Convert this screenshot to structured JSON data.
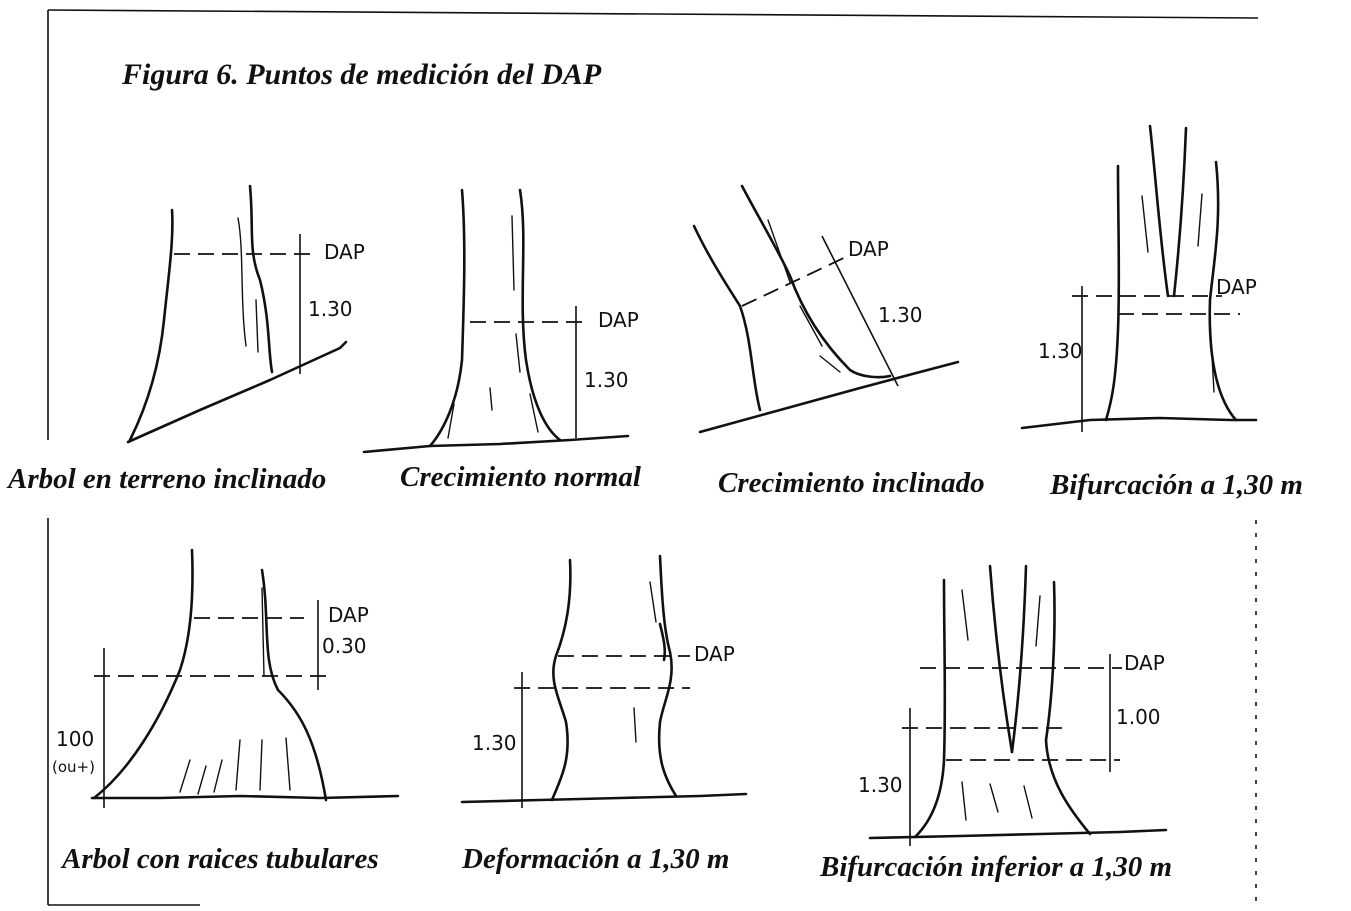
{
  "figure": {
    "title": "Figura 6. Puntos de medición del DAP"
  },
  "panels": [
    {
      "caption": "Arbol en terreno inclinado",
      "labels": {
        "dap": "DAP",
        "height": "1.30"
      }
    },
    {
      "caption": "Crecimiento normal",
      "labels": {
        "dap": "DAP",
        "height": "1.30"
      }
    },
    {
      "caption": "Crecimiento inclinado",
      "labels": {
        "dap": "DAP",
        "height": "1.30"
      }
    },
    {
      "caption": "Bifurcación a 1,30 m",
      "labels": {
        "dap": "DAP",
        "height": "1.30"
      }
    },
    {
      "caption": "Arbol con raices tubulares",
      "labels": {
        "dap": "DAP",
        "offset": "0.30",
        "height": "100",
        "height_note": "(ou+)"
      }
    },
    {
      "caption": "Deformación a 1,30 m",
      "labels": {
        "dap": "DAP",
        "height": "1.30"
      }
    },
    {
      "caption": "Bifurcación inferior a 1,30 m",
      "labels": {
        "dap": "DAP",
        "offset": "1.00",
        "height": "1.30"
      }
    }
  ]
}
